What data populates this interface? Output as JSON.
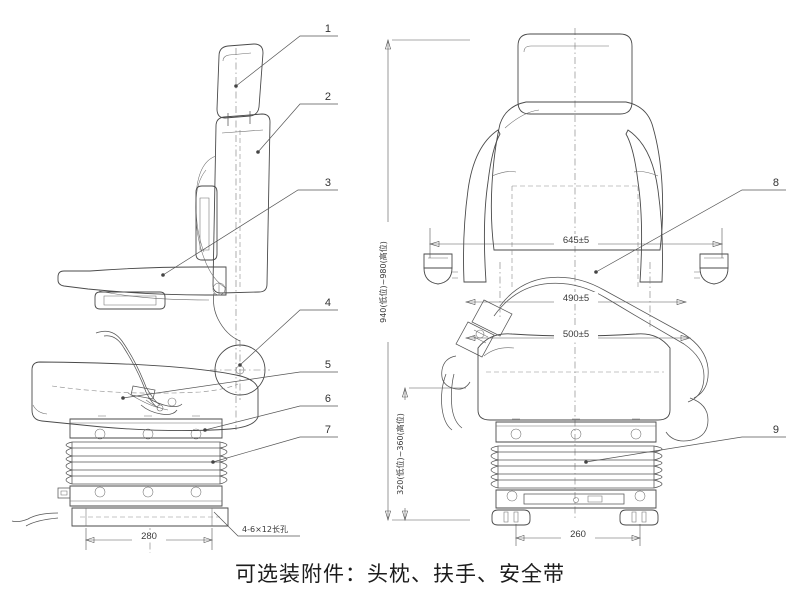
{
  "document": {
    "type": "engineering-drawing",
    "subject": "vehicle suspension seat",
    "caption": "可选装附件：头枕、扶手、安全带"
  },
  "views": {
    "side": {
      "name": "side-view"
    },
    "front": {
      "name": "front-view"
    }
  },
  "callouts": [
    {
      "id": "1",
      "label": "1"
    },
    {
      "id": "2",
      "label": "2"
    },
    {
      "id": "3",
      "label": "3"
    },
    {
      "id": "4",
      "label": "4"
    },
    {
      "id": "5",
      "label": "5"
    },
    {
      "id": "6",
      "label": "6"
    },
    {
      "id": "7",
      "label": "7"
    },
    {
      "id": "8",
      "label": "8"
    },
    {
      "id": "9",
      "label": "9"
    }
  ],
  "dimensions": {
    "height_range": "940(低位)~980(高位)",
    "seat_height_range": "320(低位)~360(高位)",
    "backrest_width": "645±5",
    "belt_upper_width": "490±5",
    "cushion_width": "500±5",
    "base_depth": "280",
    "base_width": "260",
    "slot_note": "4-6×12长孔"
  },
  "colors": {
    "line": "#4a4a4a",
    "thin_line": "#6d6d6d",
    "center_line": "#7a7a7a",
    "text": "#3a3a3a",
    "caption": "#1c1c1c",
    "background": "#ffffff"
  }
}
